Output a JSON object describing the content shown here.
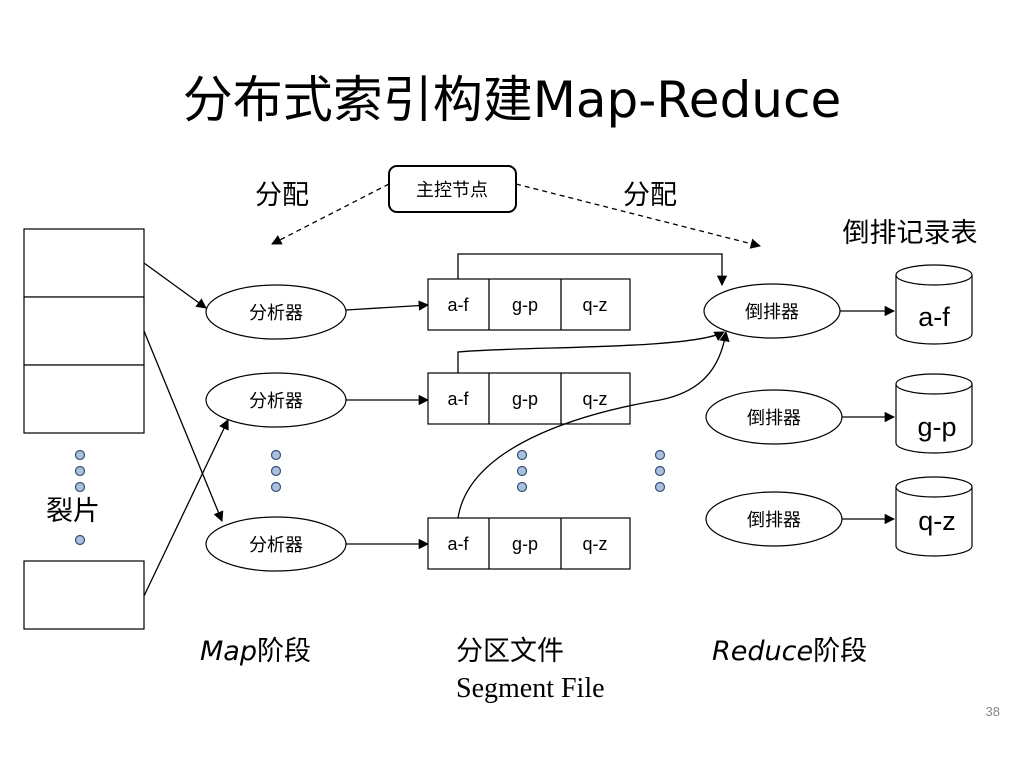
{
  "slide": {
    "title": "分布式索引构建Map-Reduce",
    "master_node": "主控节点",
    "assign_left": "分配",
    "assign_right": "分配",
    "inverted_table_label": "倒排记录表",
    "splits_label": "裂片",
    "parser_label": "分析器",
    "inverter_label": "倒排器",
    "partitions": [
      "a-f",
      "g-p",
      "q-z"
    ],
    "outputs": [
      "a-f",
      "g-p",
      "q-z"
    ],
    "map_phase_en": "Map",
    "map_phase_cn": "阶段",
    "segment_file_cn": "分区文件",
    "segment_file_en": "Segment File",
    "reduce_phase_en": "Reduce",
    "reduce_phase_cn": "阶段",
    "page_number": "38"
  }
}
